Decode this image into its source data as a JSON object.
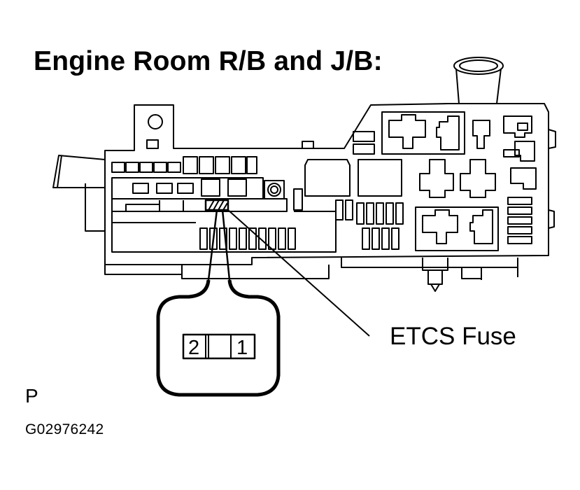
{
  "title": "Engine Room R/B and J/B:",
  "callout_label": "ETCS Fuse",
  "fuse_pins": [
    "2",
    "1"
  ],
  "figure_letter": "P",
  "figure_code": "G02976242"
}
